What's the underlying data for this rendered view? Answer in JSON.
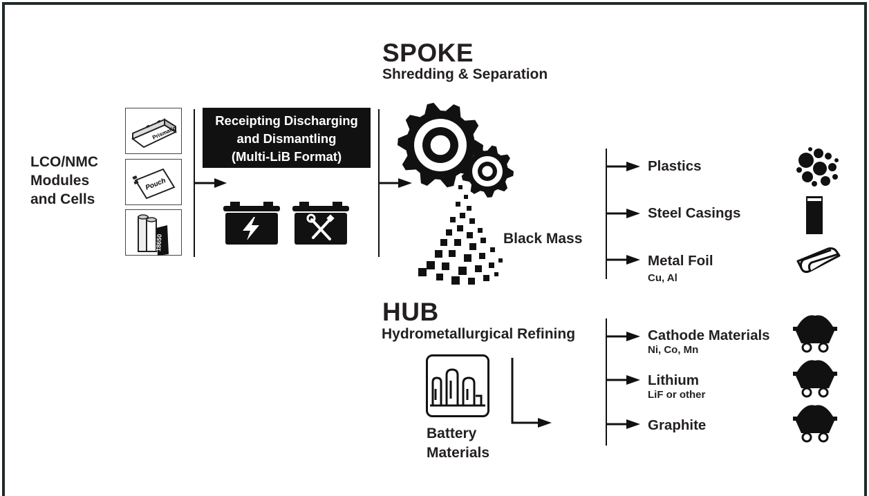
{
  "input": {
    "lines": [
      "LCO/NMC",
      "Modules",
      "and Cells"
    ],
    "cell_labels": [
      "Prismatic",
      "Pouch",
      "18650"
    ]
  },
  "step1": {
    "lines": [
      "Receipting Discharging",
      "and Dismantling",
      "(Multi-LiB Format)"
    ]
  },
  "spoke": {
    "title": "SPOKE",
    "subtitle": "Shredding & Separation",
    "intermediate": "Black Mass",
    "outputs": [
      {
        "label": "Plastics",
        "sub": "",
        "icon": "plastic-pellets-icon"
      },
      {
        "label": "Steel Casings",
        "sub": "",
        "icon": "steel-casing-icon"
      },
      {
        "label": "Metal Foil",
        "sub": "Cu, Al",
        "icon": "metal-foil-icon"
      }
    ]
  },
  "hub": {
    "title": "HUB",
    "subtitle": "Hydrometallurgical Refining",
    "intermediate_lines": [
      "Battery",
      "Materials"
    ],
    "outputs": [
      {
        "label": "Cathode Materials",
        "sub": "Ni, Co, Mn",
        "icon": "mine-cart-icon"
      },
      {
        "label": "Lithium",
        "sub": "LiF or other",
        "icon": "mine-cart-icon"
      },
      {
        "label": "Graphite",
        "sub": "",
        "icon": "mine-cart-icon"
      }
    ]
  }
}
